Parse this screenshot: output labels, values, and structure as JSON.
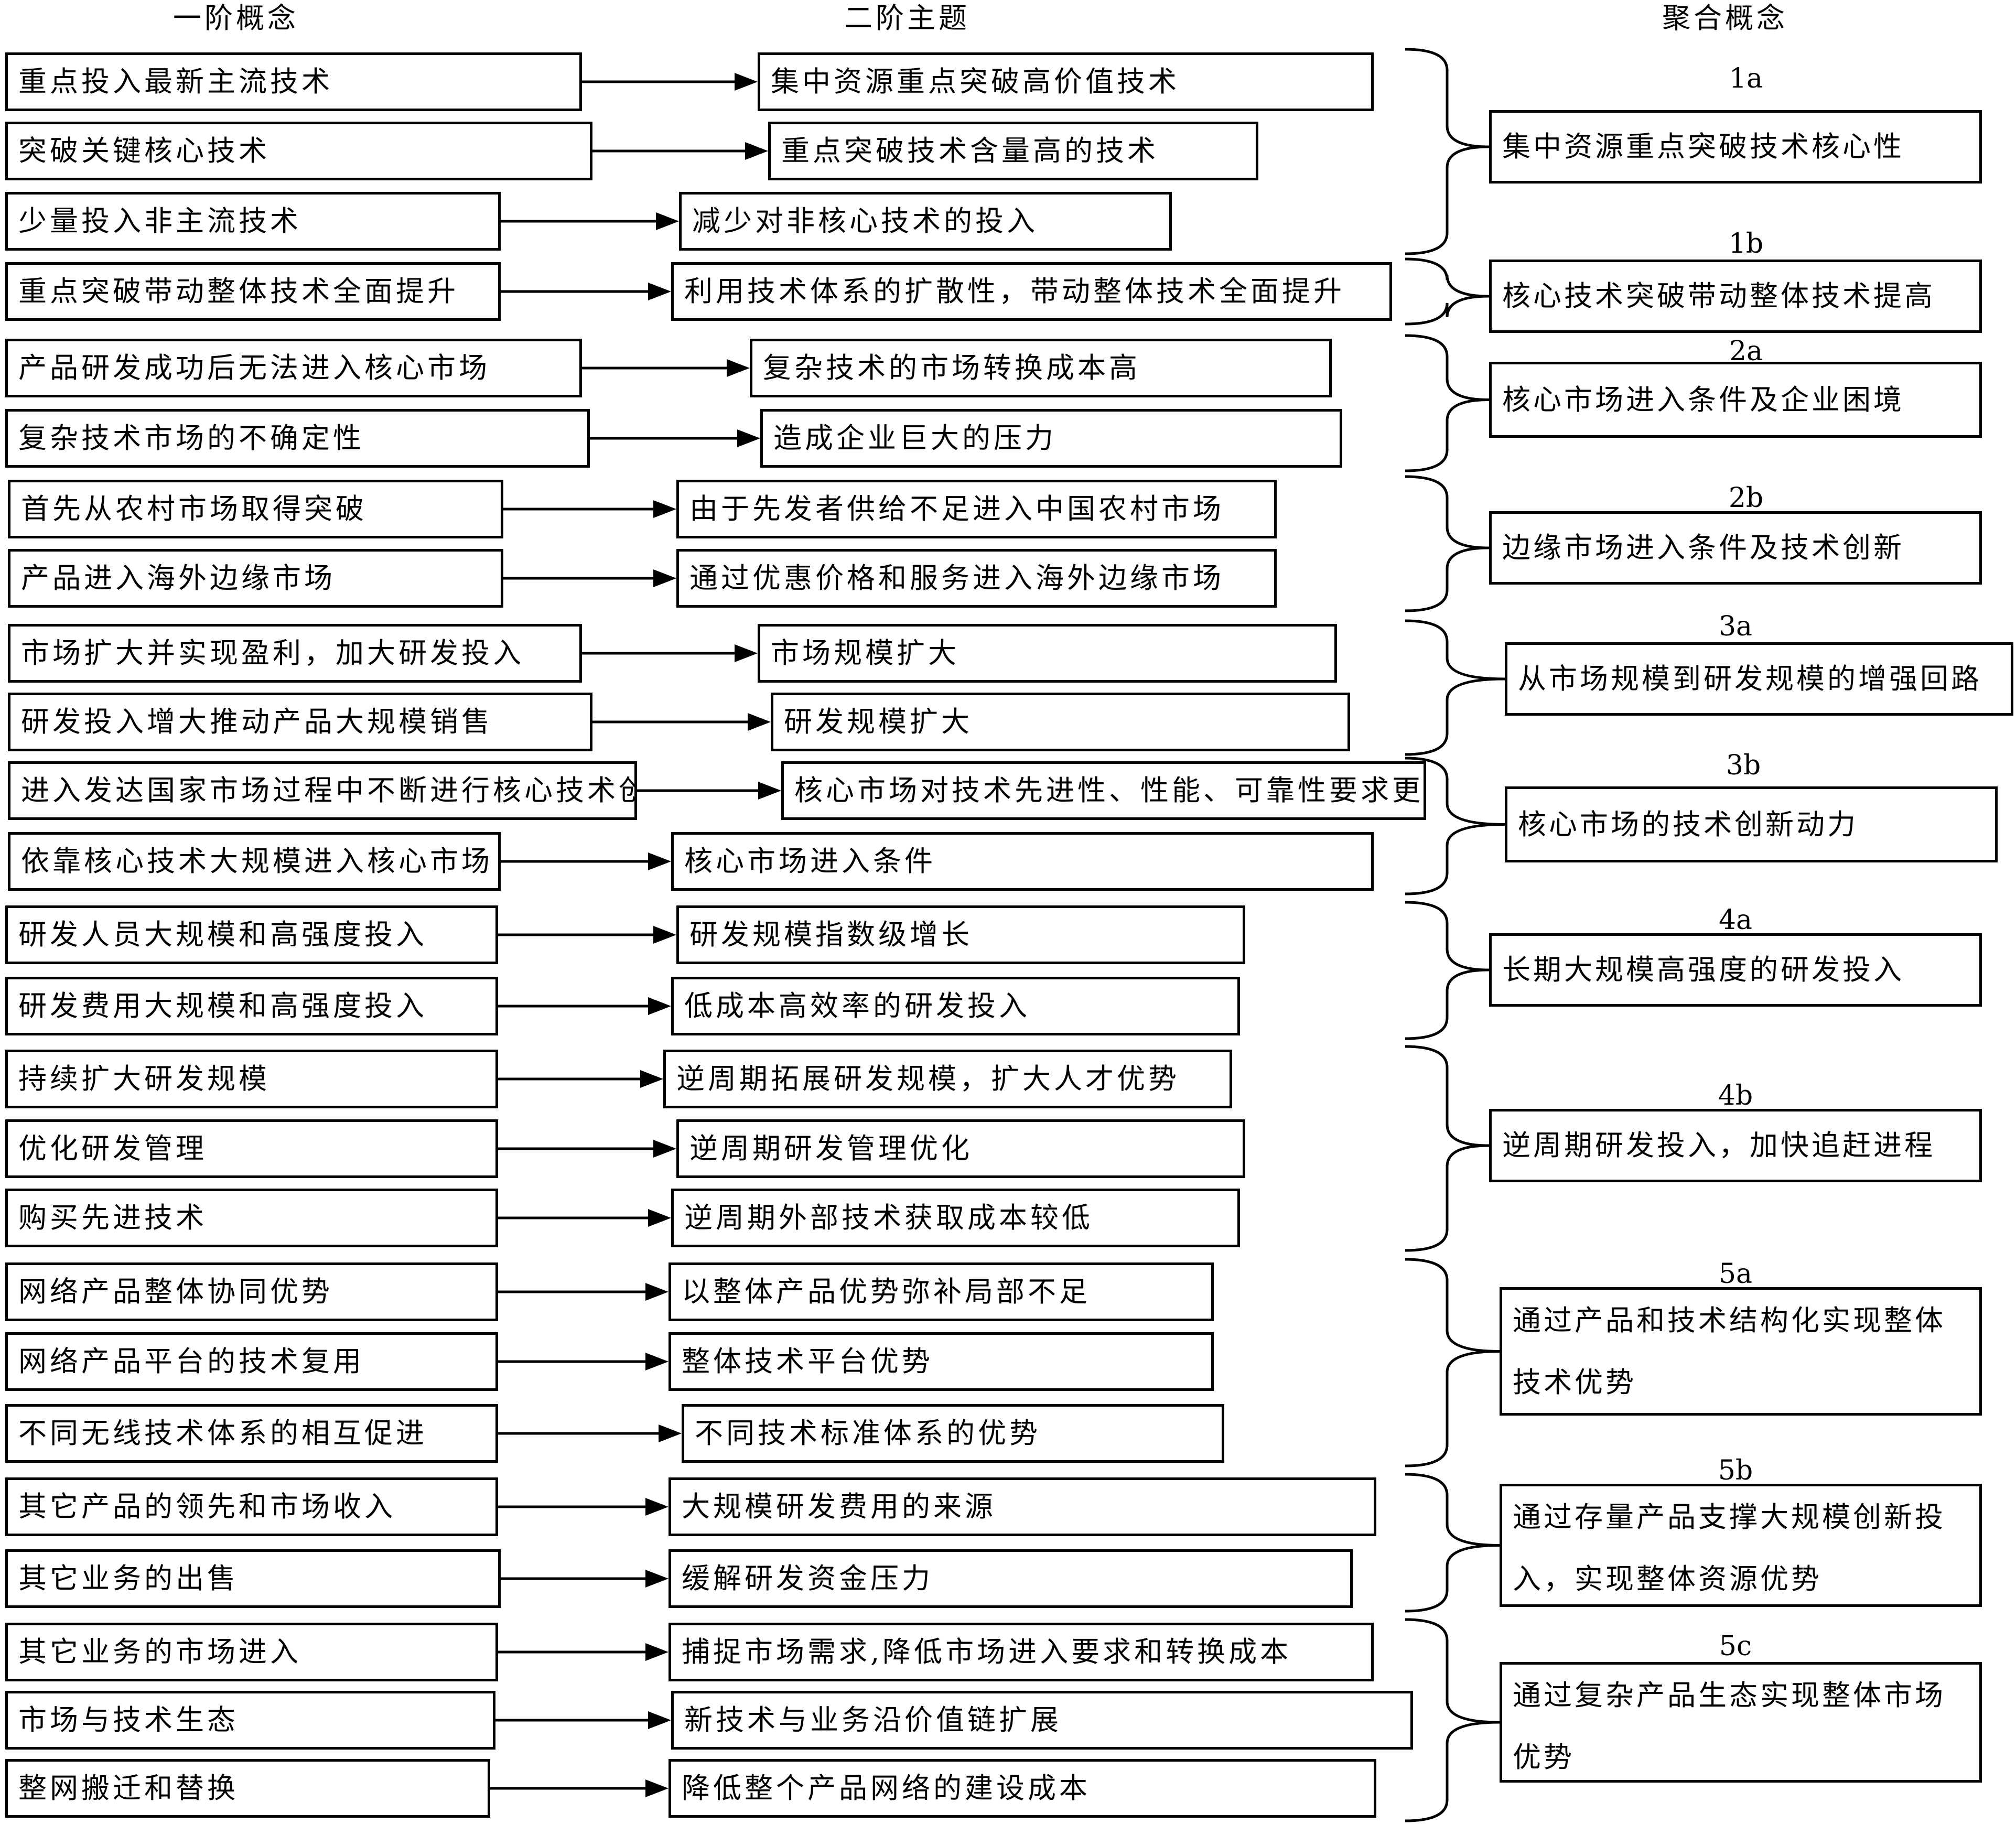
{
  "headers": {
    "first_order": "一阶概念",
    "second_order": "二阶主题",
    "aggregate": "聚合概念"
  },
  "rows": [
    {
      "first": "重点投入最新主流技术",
      "second": "集中资源重点突破高价值技术"
    },
    {
      "first": "突破关键核心技术",
      "second": "重点突破技术含量高的技术"
    },
    {
      "first": "少量投入非主流技术",
      "second": "减少对非核心技术的投入"
    },
    {
      "first": "重点突破带动整体技术全面提升",
      "second": "利用技术体系的扩散性，带动整体技术全面提升"
    },
    {
      "first": "产品研发成功后无法进入核心市场",
      "second": "复杂技术的市场转换成本高"
    },
    {
      "first": "复杂技术市场的不确定性",
      "second": "造成企业巨大的压力"
    },
    {
      "first": "首先从农村市场取得突破",
      "second": "由于先发者供给不足进入中国农村市场"
    },
    {
      "first": "产品进入海外边缘市场",
      "second": "通过优惠价格和服务进入海外边缘市场"
    },
    {
      "first": "市场扩大并实现盈利，加大研发投入",
      "second": "市场规模扩大"
    },
    {
      "first": "研发投入增大推动产品大规模销售",
      "second": "研发规模扩大"
    },
    {
      "first": "进入发达国家市场过程中不断进行核心技术创",
      "second": "核心市场对技术先进性、性能、可靠性要求更高"
    },
    {
      "first": "依靠核心技术大规模进入核心市场",
      "second": "核心市场进入条件"
    },
    {
      "first": "研发人员大规模和高强度投入",
      "second": "研发规模指数级增长"
    },
    {
      "first": "研发费用大规模和高强度投入",
      "second": "低成本高效率的研发投入"
    },
    {
      "first": "持续扩大研发规模",
      "second": "逆周期拓展研发规模，扩大人才优势"
    },
    {
      "first": "优化研发管理",
      "second": "逆周期研发管理优化"
    },
    {
      "first": "购买先进技术",
      "second": "逆周期外部技术获取成本较低"
    },
    {
      "first": "网络产品整体协同优势",
      "second": "以整体产品优势弥补局部不足"
    },
    {
      "first": "网络产品平台的技术复用",
      "second": "整体技术平台优势"
    },
    {
      "first": "不同无线技术体系的相互促进",
      "second": "不同技术标准体系的优势"
    },
    {
      "first": "其它产品的领先和市场收入",
      "second": "大规模研发费用的来源"
    },
    {
      "first": "其它业务的出售",
      "second": "缓解研发资金压力"
    },
    {
      "first": "其它业务的市场进入",
      "second": "捕捉市场需求,降低市场进入要求和转换成本"
    },
    {
      "first": "市场与技术生态",
      "second": "新技术与业务沿价值链扩展"
    },
    {
      "first": "整网搬迁和替换",
      "second": "降低整个产品网络的建设成本"
    }
  ],
  "aggregates": [
    {
      "code": "1a",
      "text": "集中资源重点突破技术核心性",
      "row_start": 0,
      "row_end": 2
    },
    {
      "code": "1b",
      "text": "核心技术突破带动整体技术提高",
      "row_start": 3,
      "row_end": 3
    },
    {
      "code": "2a",
      "text": "核心市场进入条件及企业困境",
      "row_start": 4,
      "row_end": 5
    },
    {
      "code": "2b",
      "text": "边缘市场进入条件及技术创新",
      "row_start": 6,
      "row_end": 7
    },
    {
      "code": "3a",
      "text": "从市场规模到研发规模的增强回路",
      "row_start": 8,
      "row_end": 9
    },
    {
      "code": "3b",
      "text": "核心市场的技术创新动力",
      "row_start": 10,
      "row_end": 11
    },
    {
      "code": "4a",
      "text": "长期大规模高强度的研发投入",
      "row_start": 12,
      "row_end": 13
    },
    {
      "code": "4b",
      "text": "逆周期研发投入，加快追赶进程",
      "row_start": 14,
      "row_end": 16
    },
    {
      "code": "5a",
      "text": "通过产品和技术结构化实现整体\n技术优势",
      "row_start": 17,
      "row_end": 19
    },
    {
      "code": "5b",
      "text": "通过存量产品支撑大规模创新投\n入，实现整体资源优势",
      "row_start": 20,
      "row_end": 21
    },
    {
      "code": "5c",
      "text": "通过复杂产品生态实现整体市场\n优势",
      "row_start": 22,
      "row_end": 24
    }
  ]
}
